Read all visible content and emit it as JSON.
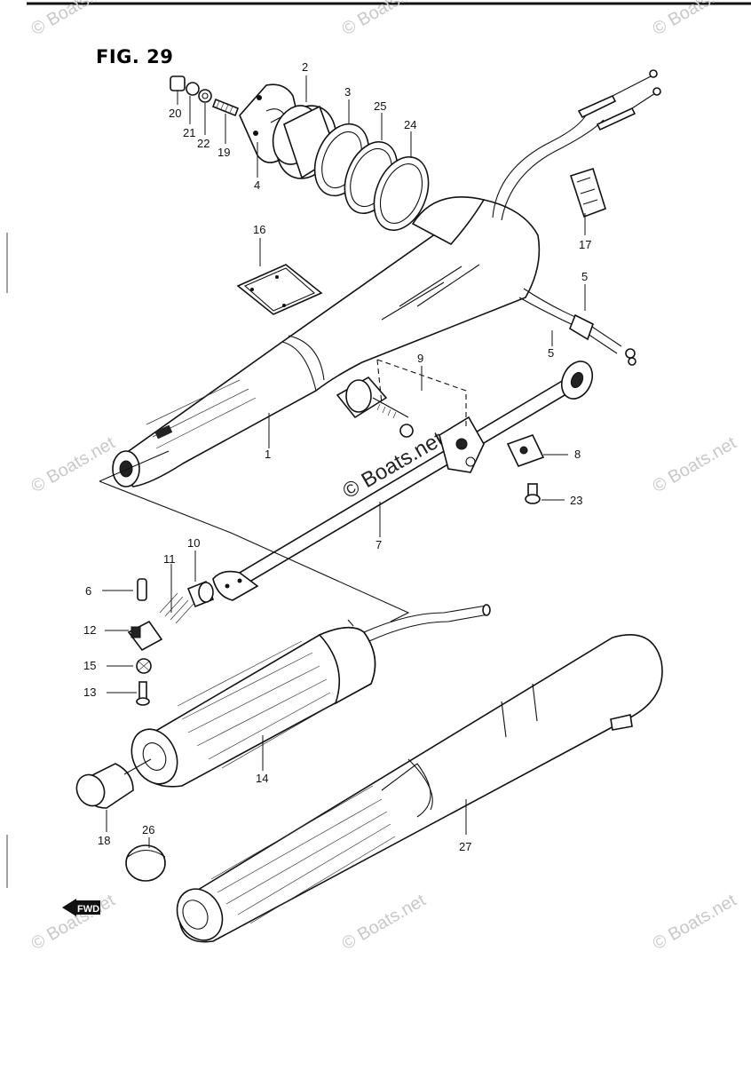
{
  "figure": {
    "title": "FIG. 29"
  },
  "watermark": {
    "text": "© Boats.net",
    "center_text": "© Boats.net"
  },
  "parts": {
    "p1": "1",
    "p2": "2",
    "p3": "3",
    "p4": "4",
    "p5a": "5",
    "p5b": "5",
    "p6": "6",
    "p7": "7",
    "p8": "8",
    "p9": "9",
    "p10": "10",
    "p11": "11",
    "p12": "12",
    "p13": "13",
    "p14": "14",
    "p15": "15",
    "p16": "16",
    "p17": "17",
    "p18": "18",
    "p19": "19",
    "p20": "20",
    "p21": "21",
    "p22": "22",
    "p23": "23",
    "p24": "24",
    "p25": "25",
    "p26": "26",
    "p27": "27"
  },
  "fwd_marker": {
    "text": "FWD",
    "icon": "forward-arrow-icon"
  }
}
